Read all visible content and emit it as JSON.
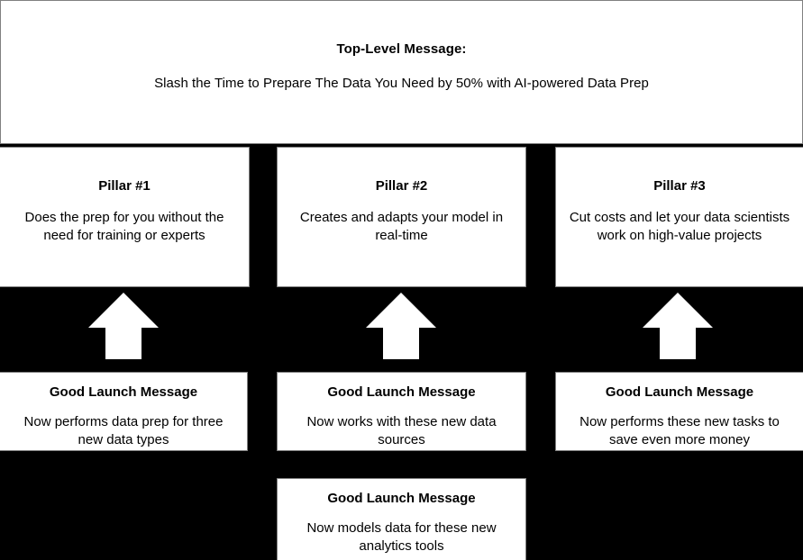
{
  "banner": {
    "title": "Top-Level Message:",
    "subtitle": "Slash the Time to Prepare The Data You Need by 50% with AI-powered Data Prep"
  },
  "pillars": [
    {
      "title": "Pillar #1",
      "body": "Does the prep for you without the need for training or experts"
    },
    {
      "title": "Pillar #2",
      "body": "Creates and adapts your model in real-time"
    },
    {
      "title": "Pillar #3",
      "body": "Cut costs and let your data scientists work on high-value projects"
    }
  ],
  "arrows": [
    {
      "icon": "up-arrow-icon"
    },
    {
      "icon": "up-arrow-icon"
    },
    {
      "icon": "up-arrow-icon"
    }
  ],
  "launch_messages": [
    {
      "title": "Good Launch Message",
      "body": "Now performs data prep for three new data types"
    },
    {
      "title": "Good Launch Message",
      "body": "Now works with these new data sources"
    },
    {
      "title": "Good Launch Message",
      "body": "Now performs these new tasks to save even more money"
    },
    {
      "title": "Good Launch Message",
      "body": "Now models data for these new analytics tools"
    }
  ],
  "colors": {
    "background": "#000000",
    "card_background": "#ffffff",
    "card_border": "#808080",
    "text": "#000000",
    "arrow_fill": "#ffffff"
  }
}
